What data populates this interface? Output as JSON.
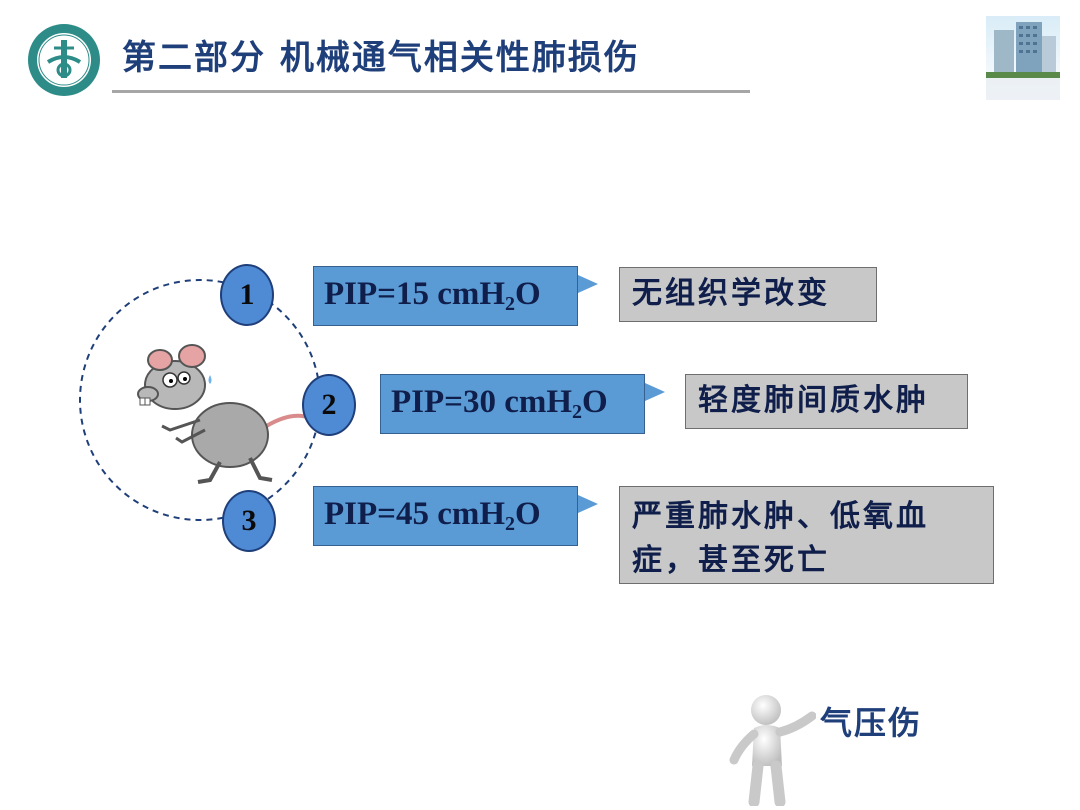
{
  "header": {
    "title": "第二部分  机械通气相关性肺损伤"
  },
  "diagram": {
    "items": [
      {
        "number": "1",
        "pip_prefix": "PIP=15 cmH",
        "pip_sub": "2",
        "pip_suffix": "O",
        "result": "无组织学改变"
      },
      {
        "number": "2",
        "pip_prefix": "PIP=30 cmH",
        "pip_sub": "2",
        "pip_suffix": "O",
        "result": "轻度肺间质水肿"
      },
      {
        "number": "3",
        "pip_prefix": "PIP=45 cmH",
        "pip_sub": "2",
        "pip_suffix": "O",
        "result": "严重肺水肿、低氧血症，甚至死亡"
      }
    ]
  },
  "footer": {
    "label": "气压伤"
  },
  "colors": {
    "title": "#1f3f7a",
    "pip_box": "#5b9bd5",
    "number_circle": "#4f8ad4",
    "result_box": "#c8c8c8"
  },
  "icons": [
    "university-logo-icon",
    "hospital-building-icon",
    "mouse-illustration-icon",
    "person-figure-icon"
  ]
}
